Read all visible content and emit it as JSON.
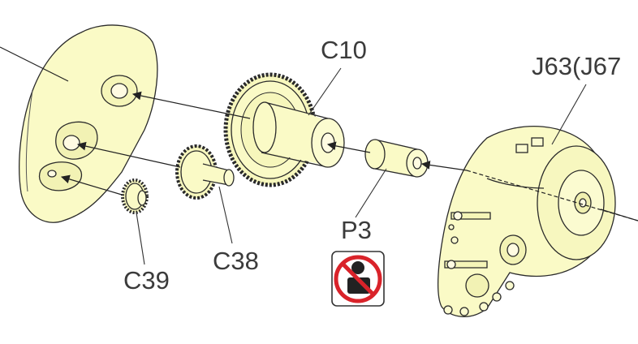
{
  "labels": {
    "c10": "C10",
    "j63": "J63(J67",
    "p3": "P3",
    "c38": "C38",
    "c39": "C39"
  },
  "icons": {
    "no_glue": "no-glue-icon"
  },
  "colors": {
    "part_fill": "#fafac6",
    "outline": "#2a2a2a",
    "label": "#3b3b3b",
    "prohibit_red": "#d9232a"
  }
}
